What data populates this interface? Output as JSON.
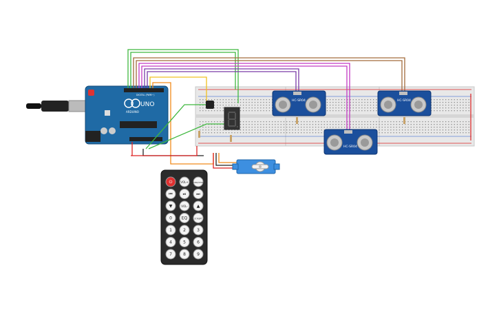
{
  "arduino": {
    "model": "UNO",
    "brand": "ARDUINO",
    "digital_label": "DIGITAL (PWM~)"
  },
  "sensors": [
    {
      "name": "HC-SR04"
    },
    {
      "name": "HC-SR04"
    },
    {
      "name": "HC-SR04"
    }
  ],
  "seven_segment": {
    "digit": ""
  },
  "remote": {
    "buttons": [
      "⏻",
      "VOL+",
      "FUNC/STOP",
      "⏮",
      "⏯",
      "⏭",
      "▼",
      "VOL-",
      "▲",
      "0",
      "EQ",
      "ST/REPT",
      "1",
      "2",
      "3",
      "4",
      "5",
      "6",
      "7",
      "8",
      "9"
    ]
  },
  "colors": {
    "board": "#1f6aa5",
    "breadboard": "#e8e8e8",
    "sensor": "#1b4f9c",
    "remote": "#2b2b2b",
    "power_button": "#e03030",
    "wire_green": "#3fb83f",
    "wire_pink": "#c239c2",
    "wire_brown": "#a26a3a",
    "wire_yellow": "#f0c020",
    "wire_orange": "#f08a1a",
    "wire_red": "#d22020",
    "wire_black": "#222222",
    "wire_purple": "#7a3aa8"
  }
}
